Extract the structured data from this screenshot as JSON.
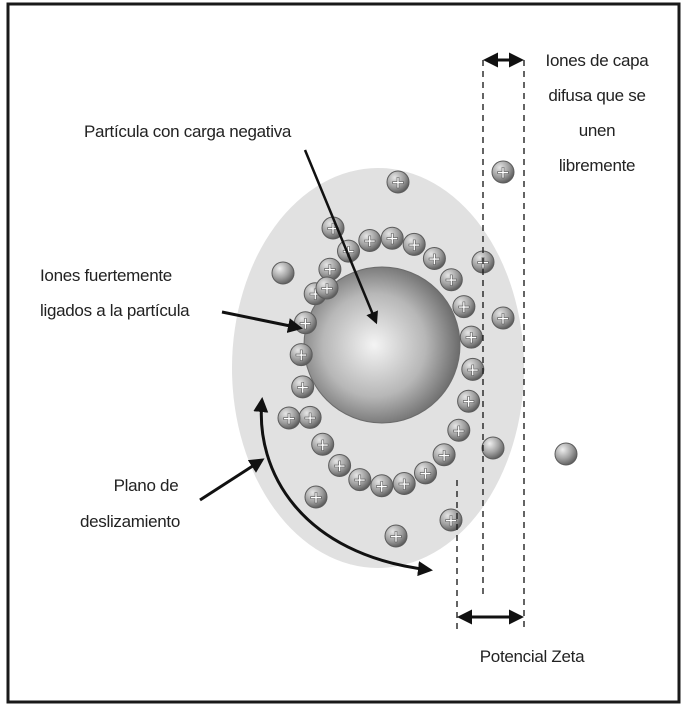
{
  "labels": {
    "particle": "Partícula con carga negativa",
    "bound_ions_line1": "Iones fuertemente",
    "bound_ions_line2": "ligados a la partícula",
    "slip_plane_line1": "Plano de",
    "slip_plane_line2": "deslizamiento",
    "diffuse_line1": "Iones de capa",
    "diffuse_line2": "difusa  que se",
    "diffuse_line3": "unen",
    "diffuse_line4": "libremente",
    "zeta": "Potencial Zeta"
  },
  "ions": {
    "positive_symbol": "+",
    "positive_count": 34,
    "negative_count": 3
  },
  "colors": {
    "frame": "#1a1a1a",
    "outer_layer": "#e1e1e1",
    "particle_dark": "#5e5e5e",
    "particle_light": "#f2f2f2",
    "ion": "#8a8a8a",
    "arrow": "#111111"
  },
  "icons": {
    "positive_ion": "plus-ion-icon",
    "negative_ion": "minus-ion-icon"
  }
}
